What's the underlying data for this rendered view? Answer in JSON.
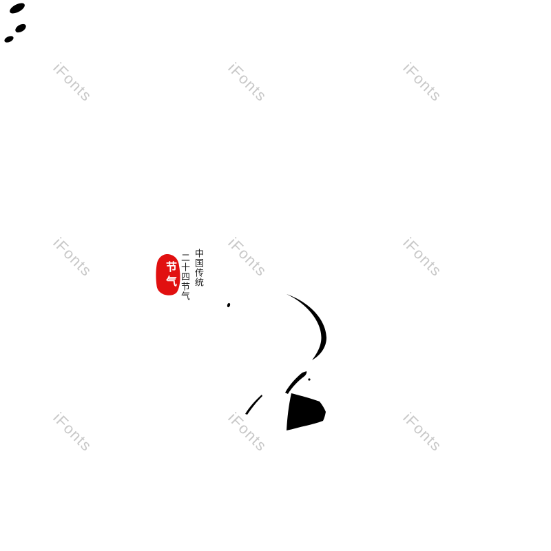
{
  "background_color": "#ffffff",
  "watermark": {
    "label": "iFonts",
    "color": "#c8c8c8"
  },
  "artwork": {
    "ink_color": "#000000",
    "seal": {
      "text": "节气",
      "fill": "#e11010",
      "text_color": "#ffffff"
    },
    "captions": {
      "column_right": "中国传统",
      "column_left": "二十四节气",
      "text_color": "#1a1a1a"
    }
  }
}
